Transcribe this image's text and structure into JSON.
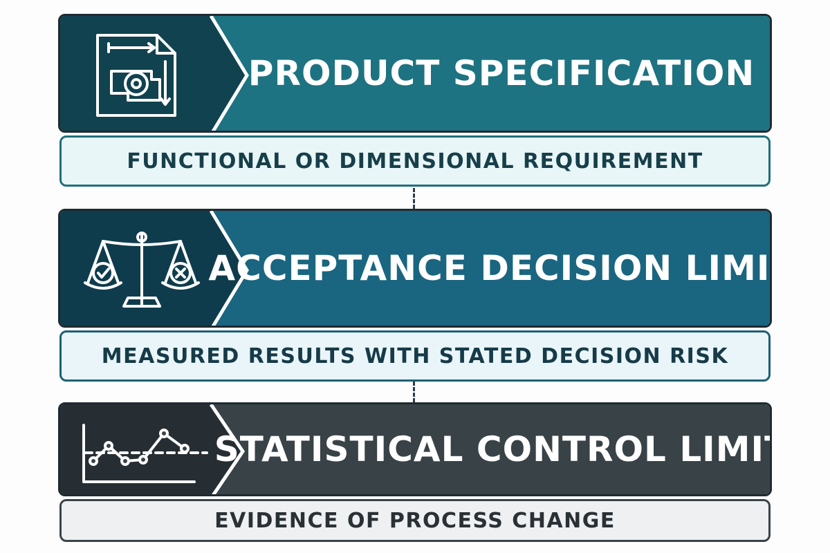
{
  "steps": [
    {
      "title": "PRODUCT SPECIFICATION",
      "subtitle": "FUNCTIONAL OR DIMENSIONAL REQUIREMENT",
      "icon": "dimension-drawing-icon",
      "colors": {
        "dark": "#10424f",
        "main": "#1d7381",
        "sub_bg": "#e8f6f8",
        "sub_border": "#1f6e7b",
        "sub_text": "#173f4a"
      }
    },
    {
      "title": "ACCEPTANCE DECISION LIMIT",
      "subtitle": "MEASURED RESULTS WITH STATED DECISION RISK",
      "icon": "balance-scale-icon",
      "colors": {
        "dark": "#0f3c4c",
        "main": "#1a6580",
        "sub_bg": "#e9f5f8",
        "sub_border": "#1b5f76",
        "sub_text": "#163a48"
      }
    },
    {
      "title": "STATISTICAL CONTROL LIMIT",
      "subtitle": "EVIDENCE OF PROCESS CHANGE",
      "icon": "control-chart-icon",
      "colors": {
        "dark": "#262e33",
        "main": "#384247",
        "sub_bg": "#eef0f1",
        "sub_border": "#3a4348",
        "sub_text": "#2a3136"
      }
    }
  ]
}
